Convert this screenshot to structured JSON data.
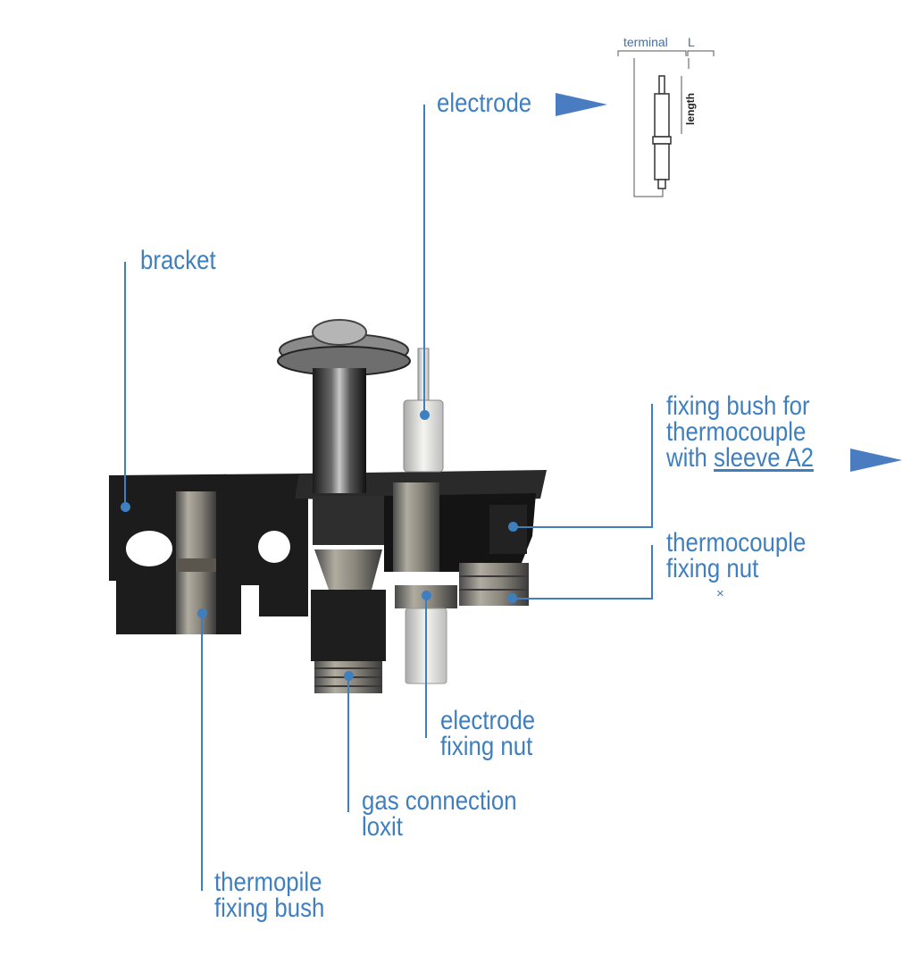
{
  "labels": {
    "electrode": "electrode",
    "bracket": "bracket",
    "fixing_bush": {
      "line1": "fixing bush for",
      "line2": "thermocouple",
      "line3_prefix": "with ",
      "line3_link": "sleeve A2"
    },
    "thermocouple_nut": {
      "line1": "thermocouple",
      "line2": "fixing nut",
      "extra": "×"
    },
    "electrode_nut": {
      "line1": "electrode",
      "line2": "fixing nut"
    },
    "gas_connection": {
      "line1": "gas connection",
      "line2": "loxit"
    },
    "thermopile": {
      "line1": "thermopile",
      "line2": "fixing bush"
    }
  },
  "inset": {
    "terminal": "terminal",
    "l": "L",
    "length": "length"
  },
  "colors": {
    "accent": "#3f7fbe",
    "arrow": "#4a7cc1"
  },
  "icons": {
    "electrode_arrow": "arrow-right-icon",
    "sleeve_arrow": "arrow-right-icon"
  }
}
